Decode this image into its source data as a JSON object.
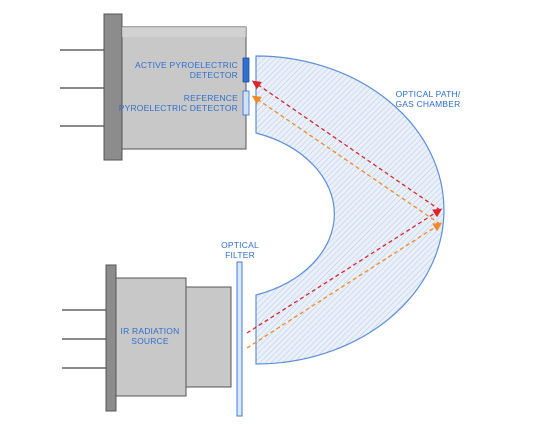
{
  "labels": {
    "active_detector_line1": "ACTIVE PYROELECTRIC",
    "active_detector_line2": "DETECTOR",
    "reference_detector_line1": "REFERENCE",
    "reference_detector_line2": "PYROELECTRIC DETECTOR",
    "optical_path_line1": "OPTICAL PATH/",
    "optical_path_line2": "GAS CHAMBER",
    "optical_filter_line1": "OPTICAL",
    "optical_filter_line2": "FILTER",
    "ir_source_line1": "IR RADIATION",
    "ir_source_line2": "SOURCE"
  },
  "colors": {
    "label_blue": "#2f6fd0",
    "active_beam": "#d9262a",
    "reference_beam": "#f08a2a",
    "housing_dark": "#8e8e8e",
    "housing_light": "#c4c4c4",
    "chamber_fill": "#e7eef8"
  }
}
